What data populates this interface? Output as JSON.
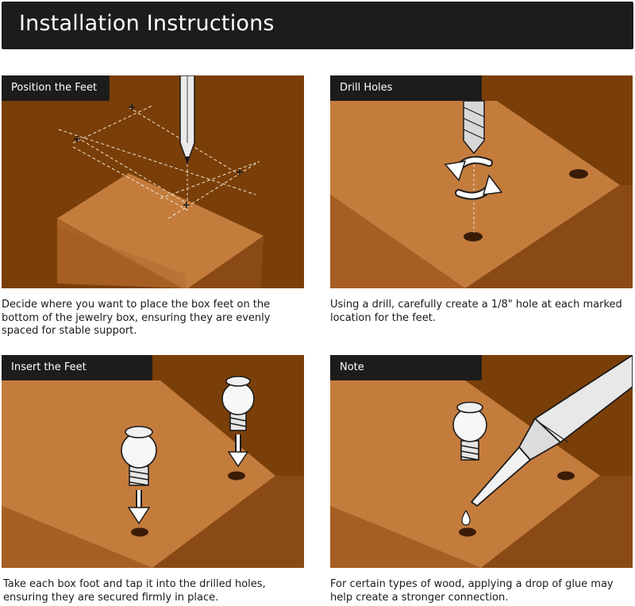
{
  "header": {
    "title": "Installation Instructions"
  },
  "steps": [
    {
      "label": "Position the Feet",
      "description": "Decide where you want to place the box feet on the bottom of the jewelry box, ensuring they are evenly spaced for stable support."
    },
    {
      "label": "Drill Holes",
      "description": "Using a drill, carefully create a 1/8\" hole at each marked location for the feet."
    },
    {
      "label": "Insert the Feet",
      "description": "Take each box foot and tap it into the drilled holes, ensuring they are secured firmly in place."
    },
    {
      "label": "Note",
      "description": "For certain types of wood, applying a drop of glue may help create a stronger connection."
    }
  ],
  "colors": {
    "header_bg": "#1e1c1b",
    "panel_bg": "#7a3f08",
    "wood_light": "#c47c3d",
    "wood_mid": "#a65e22",
    "wood_dark": "#8a4a15"
  }
}
